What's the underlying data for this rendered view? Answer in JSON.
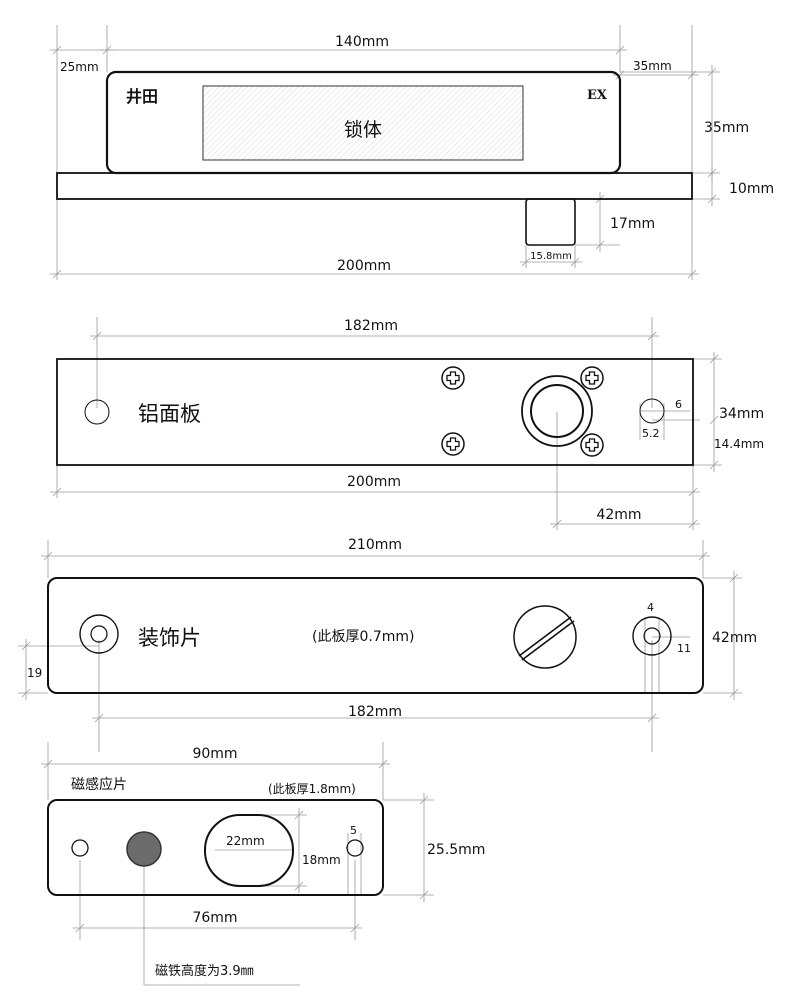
{
  "lock_body": {
    "brand": "井田",
    "model": "EX",
    "label": "锁体",
    "dim_top_width": "140mm",
    "dim_left_offset": "25mm",
    "dim_right_offset": "35mm",
    "dim_height": "35mm",
    "dim_base_thickness": "10mm",
    "dim_bolt_length": "17mm",
    "dim_bolt_width": "15.8mm",
    "dim_total_width": "200mm"
  },
  "aluminum_plate": {
    "label": "铝面板",
    "dim_hole_spacing": "182mm",
    "dim_width": "200mm",
    "dim_height": "34mm",
    "dim_hole_center": "14.4mm",
    "dim_hole_dia": "6",
    "dim_hole_edge": "5.2",
    "dim_bolt_offset": "42mm"
  },
  "decor_plate": {
    "label": "装饰片",
    "note": "(此板厚0.7mm)",
    "dim_width": "210mm",
    "dim_height": "42mm",
    "dim_hole_center": "19",
    "dim_hole_spacing": "182mm",
    "dim_hole_dia": "4",
    "dim_ring_dia": "11"
  },
  "magnet_plate": {
    "label": "磁感应片",
    "note": "(此板厚1.8mm)",
    "dim_width": "90mm",
    "dim_height": "25.5mm",
    "dim_hole_spacing": "76mm",
    "dim_slot_width": "22mm",
    "dim_slot_height": "18mm",
    "dim_hole_dia": "5",
    "magnet_note": "磁铁高度为3.9㎜",
    "magnet_color": "#6b6b6b"
  }
}
